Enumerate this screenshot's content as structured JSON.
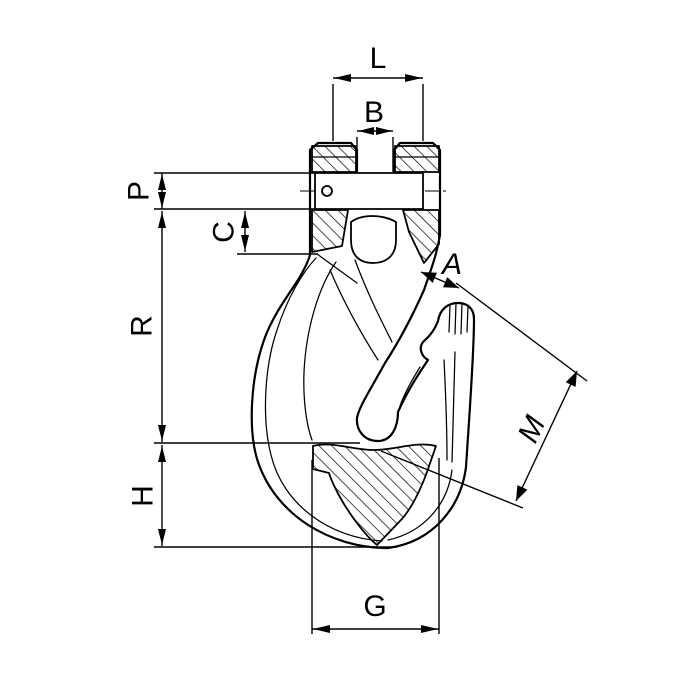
{
  "figure": {
    "type": "technical-drawing",
    "subject": "clevis-grab-hook",
    "colors": {
      "line": "#000000",
      "background": "#ffffff"
    }
  },
  "dimension_labels": {
    "L": "L",
    "B": "B",
    "P": "P",
    "C": "C",
    "R": "R",
    "A": "A",
    "M": "M",
    "H": "H",
    "G": "G"
  }
}
